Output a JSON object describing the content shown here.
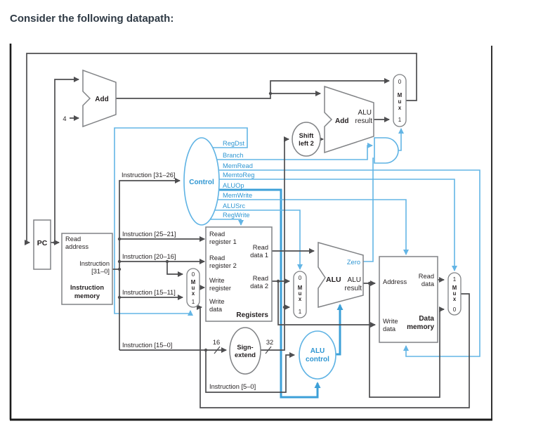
{
  "page": {
    "heading": "Consider the following datapath:"
  },
  "colors": {
    "control_blue": "#2e96d2",
    "line_blue": "#63b5e5",
    "wire_dark": "#4e4e50",
    "box_border": "#808285"
  },
  "diagram": {
    "pc": "PC",
    "four": "4",
    "padd": "Add",
    "badd": {
      "label": "Add",
      "result": [
        "ALU",
        "result"
      ]
    },
    "shift": {
      "label": [
        "Shift",
        "left 2"
      ]
    },
    "control": {
      "label": "Control",
      "input": "Instruction [31–26]",
      "signals": [
        "RegDst",
        "Branch",
        "MemRead",
        "MemtoReg",
        "ALUOp",
        "MemWrite",
        "ALUSrc",
        "RegWrite"
      ]
    },
    "imem": {
      "read_address": [
        "Read",
        "address"
      ],
      "bus": [
        "Instruction",
        "[31–0]"
      ],
      "title": [
        "Instruction",
        "memory"
      ]
    },
    "fields": {
      "f25_21": "Instruction [25–21]",
      "f20_16": "Instruction [20–16]",
      "f15_11": "Instruction [15–11]",
      "f15_0": "Instruction [15–0]",
      "f5_0": "Instruction [5–0]"
    },
    "registers": {
      "title": "Registers",
      "rr1": [
        "Read",
        "register 1"
      ],
      "rr2": [
        "Read",
        "register 2"
      ],
      "wr": [
        "Write",
        "register"
      ],
      "wd": [
        "Write",
        "data"
      ],
      "rd1": [
        "Read",
        "data 1"
      ],
      "rd2": [
        "Read",
        "data 2"
      ]
    },
    "signext": {
      "label": [
        "Sign-",
        "extend"
      ],
      "in_width": "16",
      "out_width": "32"
    },
    "alu": {
      "label": "ALU",
      "zero": "Zero",
      "result": [
        "ALU",
        "result"
      ]
    },
    "aluctl": {
      "label": [
        "ALU",
        "control"
      ]
    },
    "dmem": {
      "title": [
        "Data",
        "memory"
      ],
      "address": "Address",
      "read_data": [
        "Read",
        "data"
      ],
      "write_data": [
        "Write",
        "data"
      ]
    },
    "mux_letters": [
      "M",
      "u",
      "x"
    ],
    "muxes": {
      "pcsrc": [
        "0",
        "1"
      ],
      "regdst": [
        "0",
        "1"
      ],
      "alusrc": [
        "0",
        "1"
      ],
      "memtoreg": [
        "1",
        "0"
      ]
    }
  }
}
